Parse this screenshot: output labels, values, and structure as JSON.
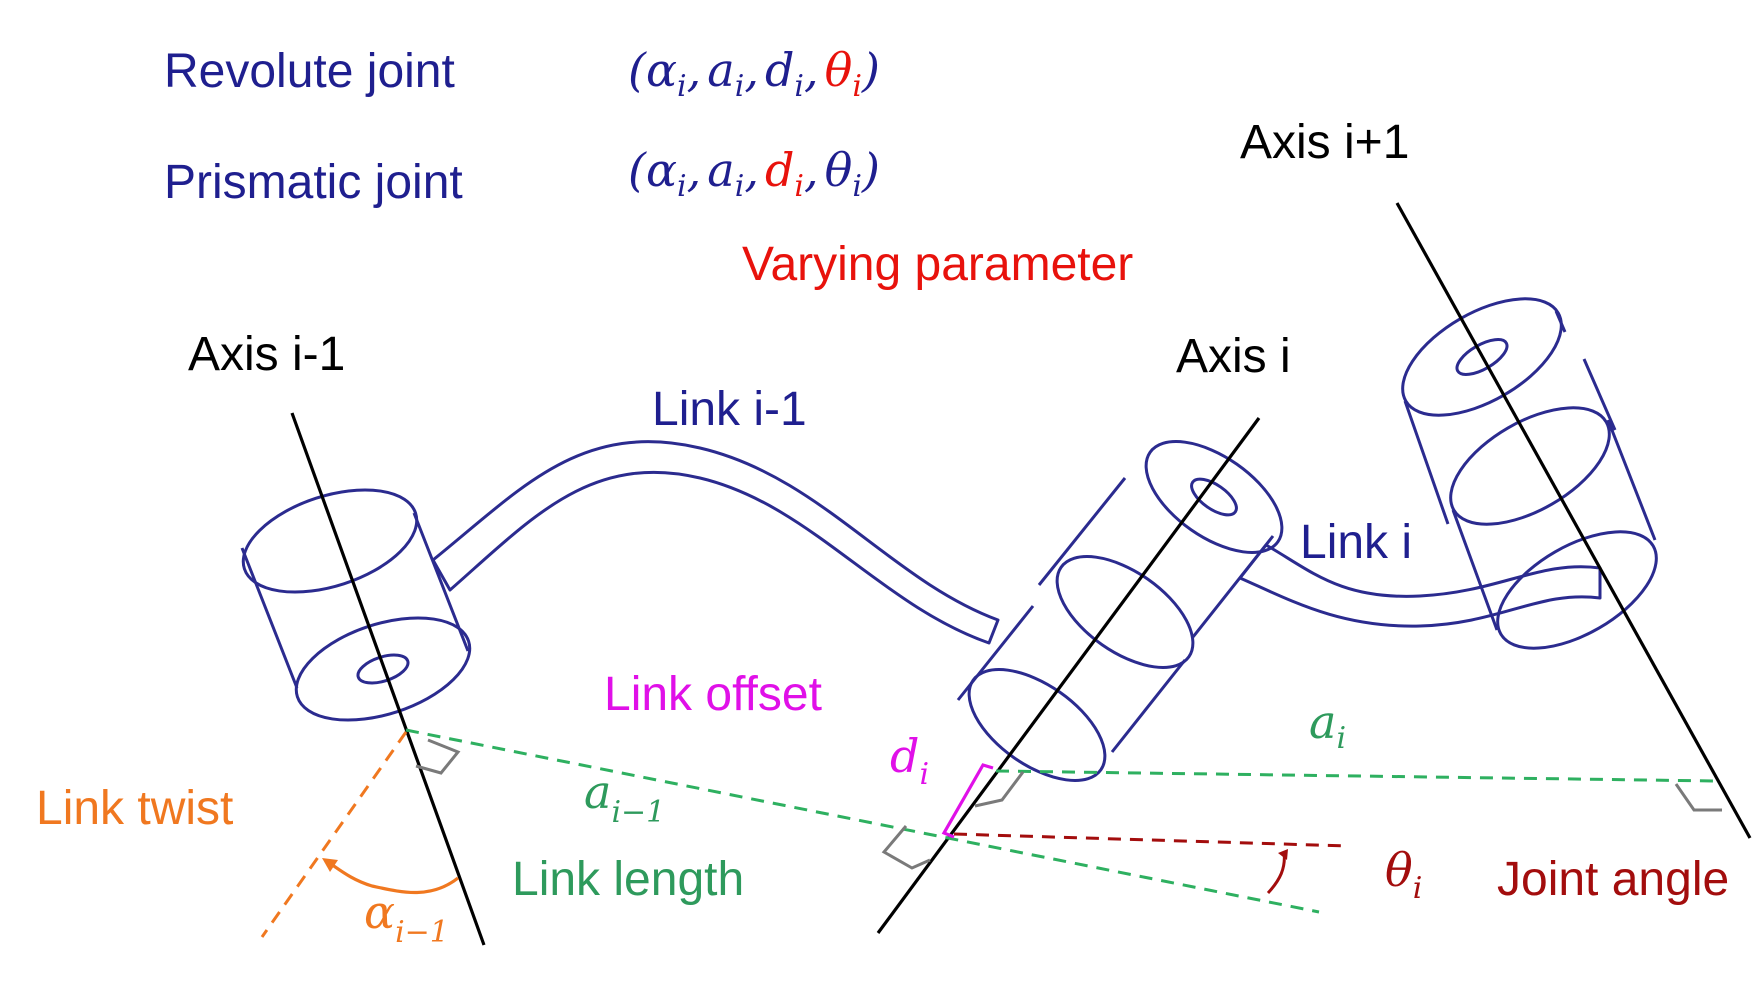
{
  "header": {
    "revolute_label": "Revolute joint",
    "prismatic_label": "Prismatic joint",
    "varying_label": "Varying parameter"
  },
  "params": {
    "open": "(",
    "comma": ",",
    "close": ")",
    "alpha": "α",
    "a": "a",
    "d": "d",
    "theta": "θ",
    "i": "i",
    "i_minus_1": "i−1"
  },
  "axes": {
    "prev": "Axis i-1",
    "current": "Axis i",
    "next": "Axis i+1"
  },
  "links": {
    "prev": "Link i-1",
    "current": "Link i"
  },
  "annotations": {
    "link_offset": "Link offset",
    "link_twist": "Link twist",
    "link_length": "Link length",
    "joint_angle": "Joint angle"
  },
  "colors": {
    "text_blue": "#1f1f8f",
    "varying_red": "#e8120c",
    "link_length_green": "#2e9a5c",
    "link_twist_orange": "#f07820",
    "link_offset_magenta": "#e010e8",
    "joint_angle_darkred": "#a30d0d"
  }
}
